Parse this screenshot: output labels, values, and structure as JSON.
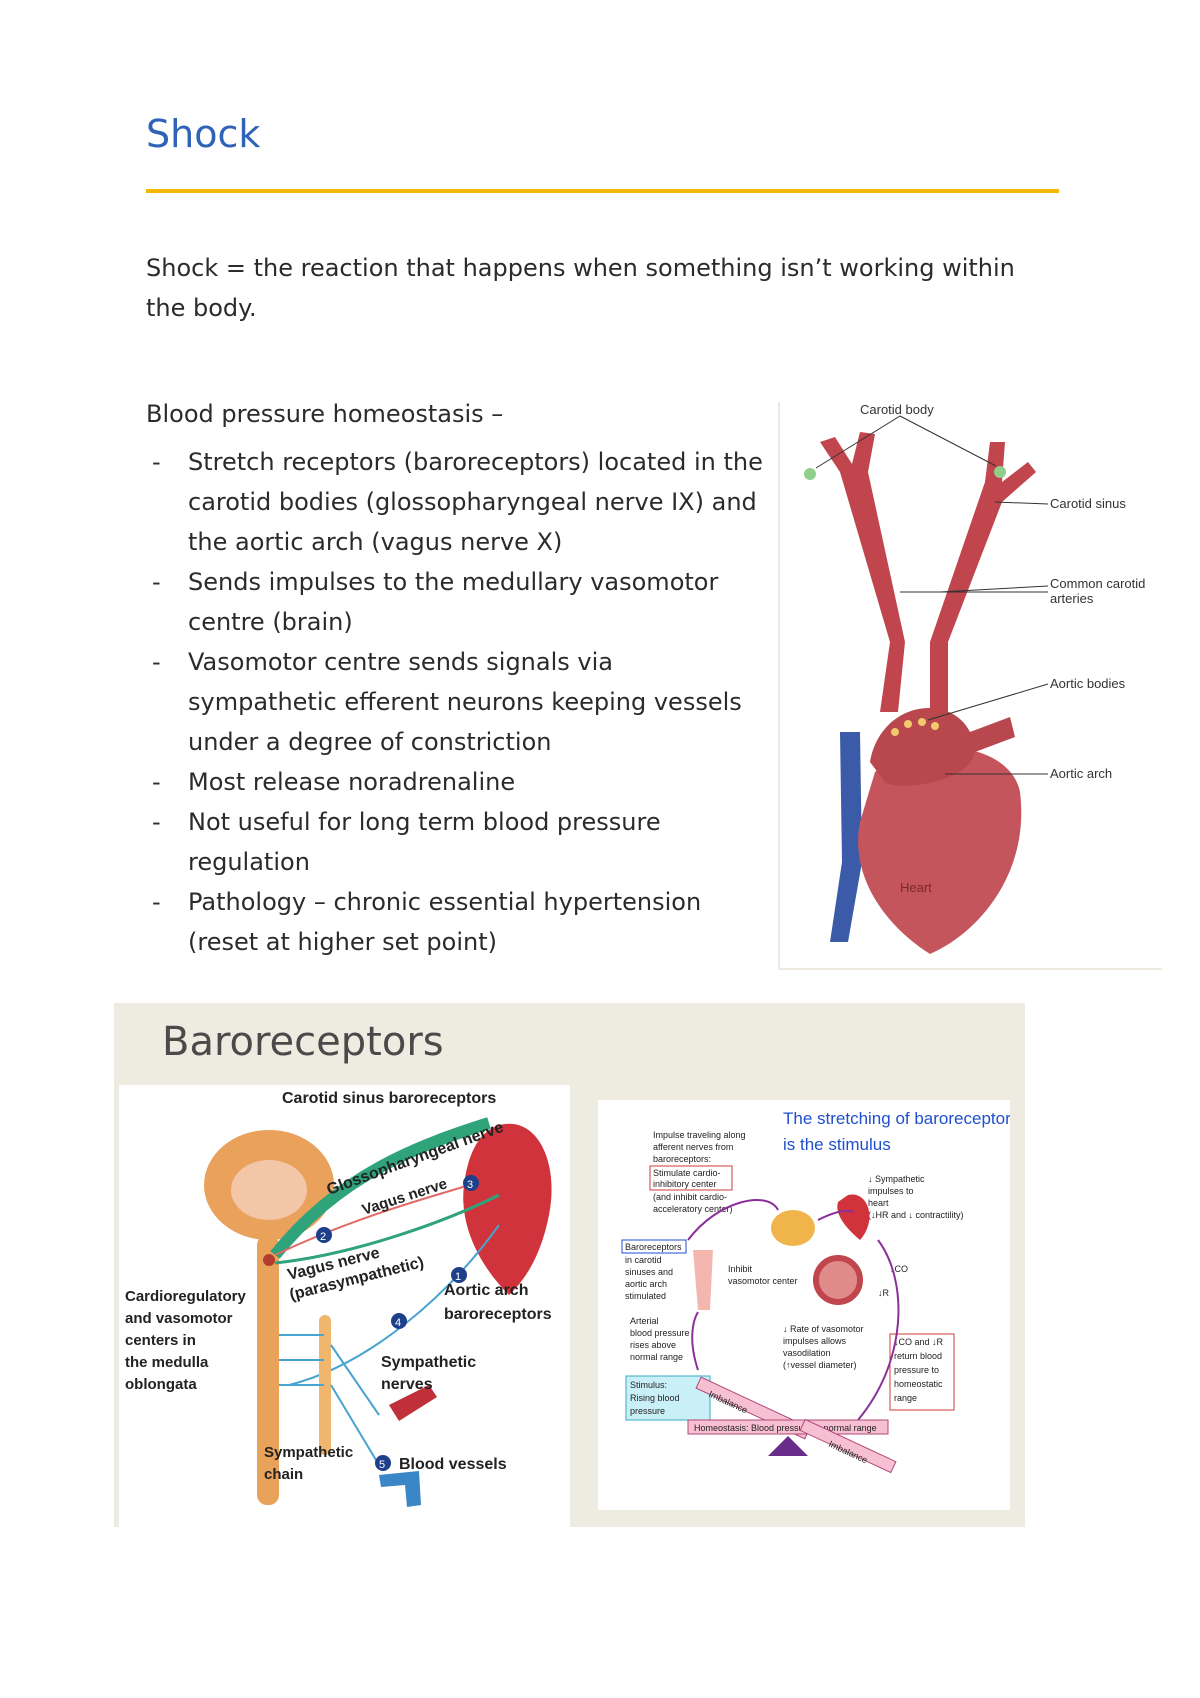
{
  "title": "Shock",
  "intro": "Shock = the reaction that happens when something isn’t working within the body.",
  "bp_heading": "Blood pressure homeostasis –",
  "bullets": [
    "Stretch receptors (baroreceptors) located in the carotid bodies (glossopharyngeal nerve IX) and the aortic arch (vagus nerve X)",
    "Sends impulses to the medullary vasomotor centre (brain)",
    "Vasomotor centre sends signals via sympathetic efferent neurons keeping vessels under a degree of constriction",
    "Most release noradrenaline",
    "Not useful for long term blood pressure regulation",
    "Pathology – chronic essential hypertension (reset at higher set point)"
  ],
  "bullet_marker": "-",
  "figure1": {
    "labels": {
      "carotid_body": "Carotid body",
      "carotid_sinus": "Carotid sinus",
      "common_carotid_1": "Common carotid",
      "common_carotid_2": "arteries",
      "aortic_bodies": "Aortic bodies",
      "aortic_arch": "Aortic arch",
      "heart": "Heart"
    }
  },
  "slide": {
    "title": "Baroreceptors",
    "left": {
      "carotid_sinus_baroreceptors": "Carotid sinus baroreceptors",
      "glossopharyngeal": "Glossopharyngeal nerve",
      "vagus": "Vagus nerve",
      "vagus_para_1": "Vagus nerve",
      "vagus_para_2": "(parasympathetic)",
      "cardio_1": "Cardioregulatory",
      "cardio_2": "and vasomotor",
      "cardio_3": "centers in",
      "cardio_4": "the medulla",
      "cardio_5": "oblongata",
      "aortic_1": "Aortic arch",
      "aortic_2": "baroreceptors",
      "symp_nerves_1": "Sympathetic",
      "symp_nerves_2": "nerves",
      "symp_chain_1": "Sympathetic",
      "symp_chain_2": "chain",
      "blood_vessels": "Blood vessels",
      "n1": "1",
      "n2": "2",
      "n3": "3",
      "n4": "4",
      "n5": "5"
    },
    "right": {
      "headline_1": "The stretching of baroreceptors",
      "headline_2": "is the stimulus",
      "impulse_1": "Impulse traveling along",
      "impulse_2": "afferent nerves from",
      "impulse_3": "baroreceptors:",
      "stim_cardio_1": "Stimulate cardio-",
      "stim_cardio_2": "inhibitory center",
      "inhibit_1": "(and inhibit cardio-",
      "inhibit_2": "acceleratory center)",
      "symp_1": "↓ Sympathetic",
      "symp_2": "impulses to",
      "symp_3": "heart",
      "symp_4": "(↓HR and ↓ contractility)",
      "baro_box": "Baroreceptors",
      "baro_1": "in carotid",
      "baro_2": "sinuses and",
      "baro_3": "aortic arch",
      "baro_4": "stimulated",
      "inhibit_vaso_1": "Inhibit",
      "inhibit_vaso_2": "vasomotor center",
      "co": "↓CO",
      "r": "↓R",
      "arterial_1": "Arterial",
      "arterial_2": "blood pressure",
      "arterial_3": "rises above",
      "arterial_4": "normal range",
      "rate_1": "↓ Rate of vasomotor",
      "rate_2": "impulses allows",
      "rate_3": "vasodilation",
      "rate_4": "(↑vessel diameter)",
      "return_1": "↓CO and ↓R",
      "return_2": "return blood",
      "return_3": "pressure to",
      "return_4": "homeostatic",
      "return_5": "range",
      "stimulus_1": "Stimulus:",
      "stimulus_2": "Rising blood",
      "stimulus_3": "pressure",
      "imbalance_top": "Imbalance",
      "homeostasis": "Homeostasis: Blood pressure in normal range",
      "imbalance_bottom": "Imbalance"
    }
  },
  "colors": {
    "title": "#2e63b7",
    "rule": "#f5b800",
    "artery": "#c0454c",
    "vein": "#3b5ba8",
    "slide_bg": "#eeebe0",
    "nerve_green": "#2fa37a",
    "nerve_red": "#d9534f",
    "nerve_blue": "#47a3cf",
    "purple": "#8b2f9b"
  }
}
